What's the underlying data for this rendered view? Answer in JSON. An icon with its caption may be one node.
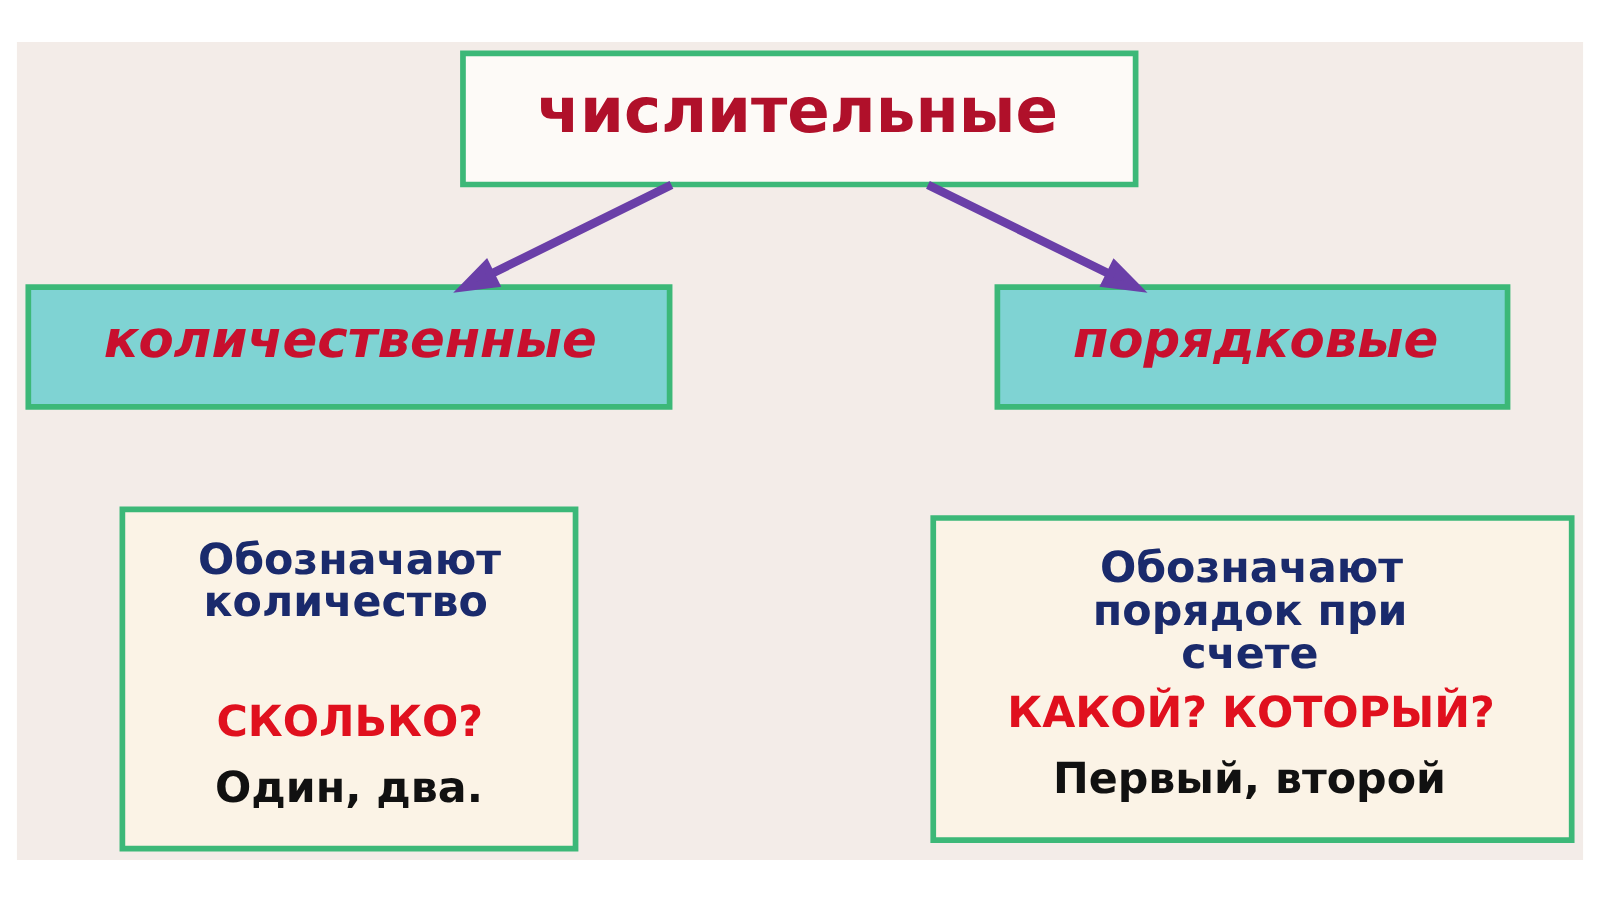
{
  "diagram": {
    "nodes": [
      {
        "text": [
          "числительные"
        ]
      },
      {
        "text": [
          "количественные"
        ]
      },
      {
        "text": [
          "порядковые"
        ]
      },
      {
        "text": [
          "Обозначают количество",
          "СКОЛЬКО?",
          "Один, два."
        ]
      },
      {
        "text": [
          "Обозначают порядок при счете",
          "КАКОЙ? КОТОРЫЙ?",
          "Первый, второй"
        ]
      }
    ],
    "edges": [
      {
        "from": 0,
        "to": 1,
        "arrow": "to"
      },
      {
        "from": 0,
        "to": 2,
        "arrow": "to"
      }
    ]
  }
}
